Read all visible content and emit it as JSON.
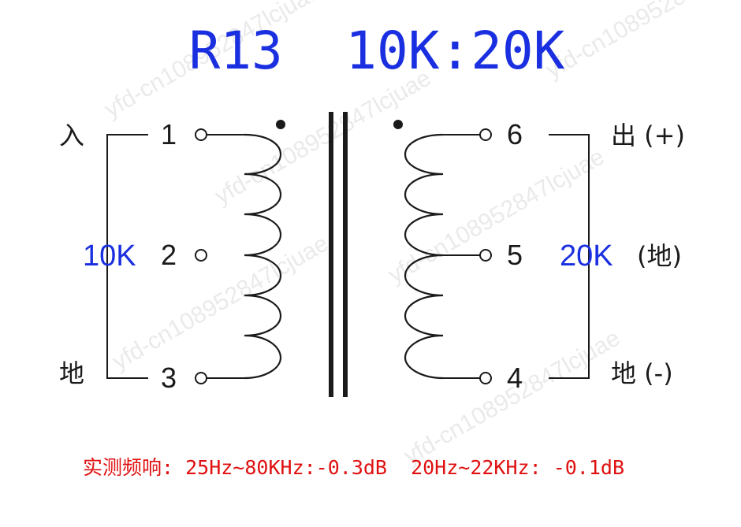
{
  "title": "R13  10K:20K",
  "primary": {
    "impedance": "10K",
    "pins": [
      "1",
      "2",
      "3"
    ],
    "label_top": "入",
    "label_bottom": "地"
  },
  "secondary": {
    "impedance": "20K",
    "pins": [
      "6",
      "5",
      "4"
    ],
    "label_top": "出 (+)",
    "label_mid": "(地)",
    "label_bottom": "地 (-)"
  },
  "spec": "实测频响: 25Hz~80KHz:-0.3dB  20Hz~22KHz: -0.1dB",
  "watermark": "yfd-cn108952847lcjuae",
  "colors": {
    "title": "#1a2fe0",
    "impedance": "#1a2fe0",
    "spec": "#e01010",
    "ink": "#1a1a1a",
    "watermark": "#d9d9d9"
  }
}
